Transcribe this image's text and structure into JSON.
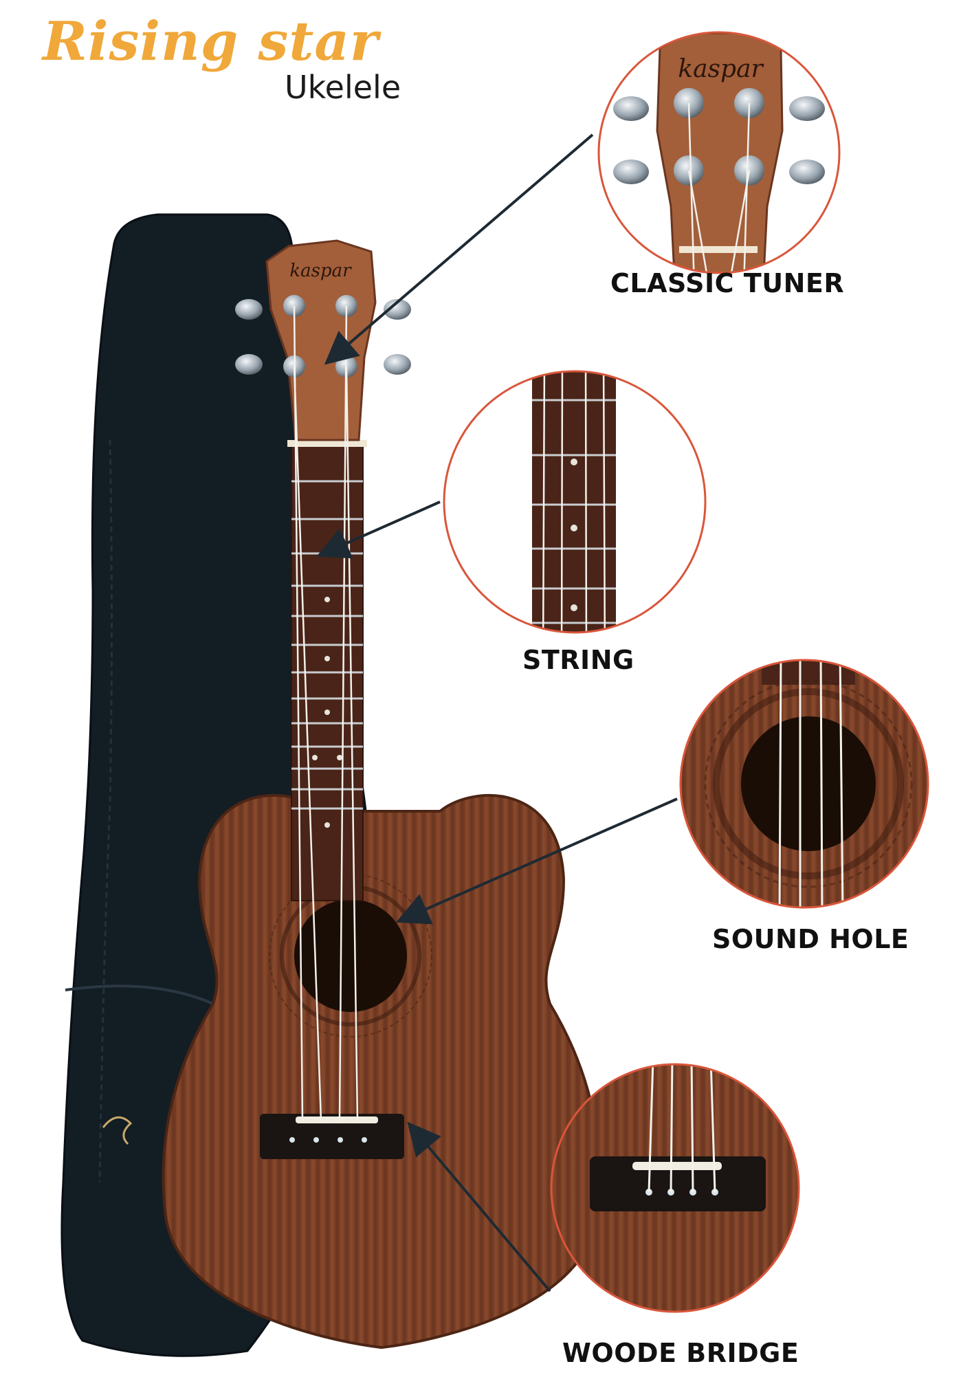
{
  "brand": {
    "title": "Rising star",
    "subtitle": "Ukelele",
    "colors": {
      "title": "#f0a83a",
      "subtitle": "#1b1b1b"
    }
  },
  "headstock_logo": "kaspar",
  "callouts": [
    {
      "id": "classic-tuner",
      "label": "CLASSIC TUNER"
    },
    {
      "id": "string",
      "label": "STRING"
    },
    {
      "id": "sound-hole",
      "label": "SOUND HOLE"
    },
    {
      "id": "wooden-bridge",
      "label": "WOODE BRIDGE"
    }
  ],
  "colors": {
    "callout_ring": "#d9563b",
    "wood": "#7a4128",
    "fretboard": "#4a2418",
    "bag": "#131d24",
    "arrow": "#1e2a33"
  }
}
